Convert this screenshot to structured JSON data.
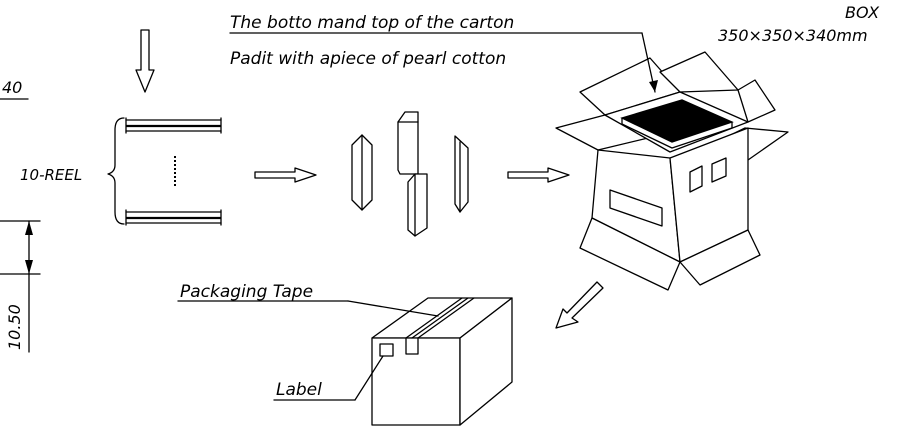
{
  "labels": {
    "carton_note_line1": "The botto mand top of the carton",
    "carton_note_line2": "Padit with apiece of pearl cotton",
    "box_title": "BOX",
    "box_dimensions": "350×350×340mm",
    "reel_count": "10-REEL",
    "packaging_tape": "Packaging Tape",
    "label": "Label",
    "dim_top": "40",
    "dim_side": "10.50"
  }
}
